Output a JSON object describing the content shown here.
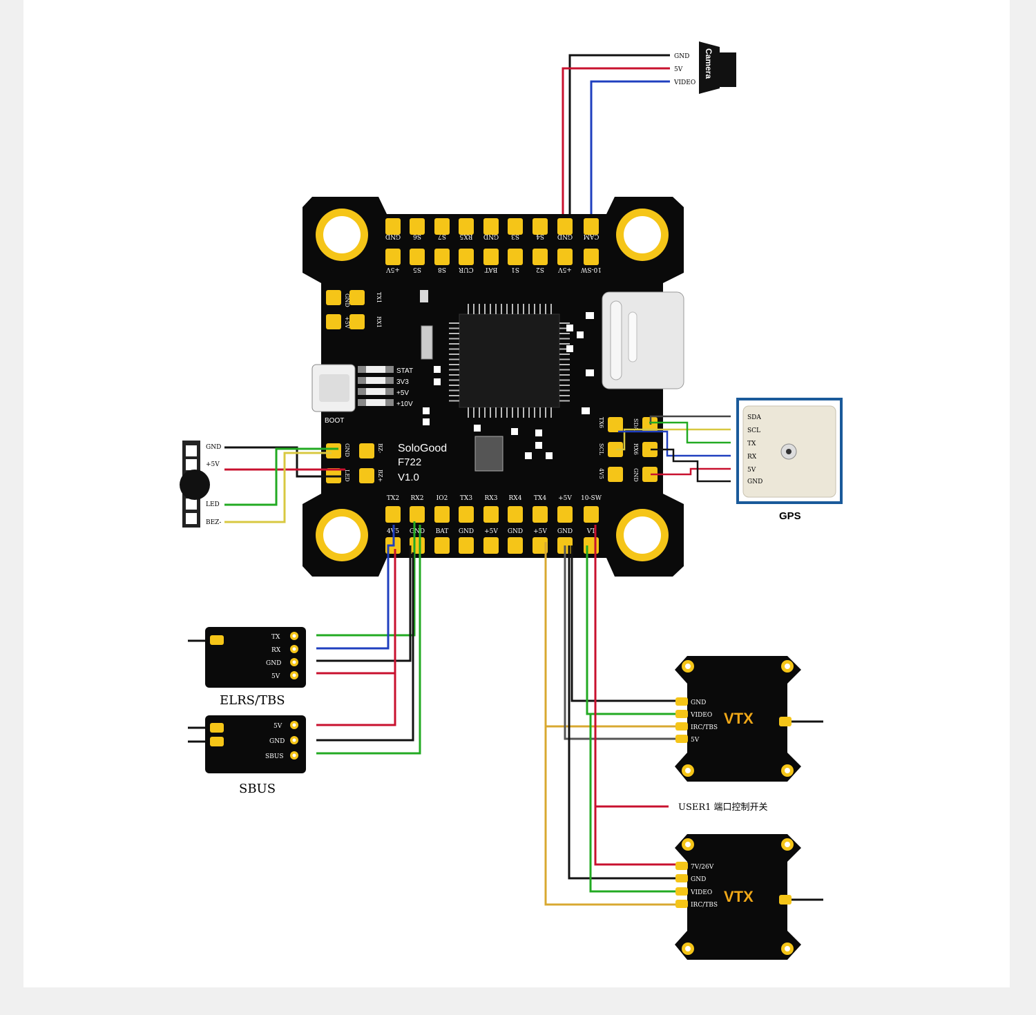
{
  "colors": {
    "page_background": "#f0f0f0",
    "canvas": "#ffffff",
    "board": "#0a0a0a",
    "pad": "#f5c518",
    "wire_red": "#c8102e",
    "wire_green": "#22aa22",
    "wire_blue": "#1f3fbf",
    "wire_yellow": "#d8c840",
    "wire_gold": "#d8a830",
    "wire_black": "#111111",
    "vtx_label": "#f0a818",
    "gps_border": "#1a5a9a"
  },
  "camera": {
    "label": "Camera",
    "pins": [
      "GND",
      "5V",
      "VIDEO"
    ]
  },
  "board": {
    "brand": "SoloGood",
    "model": "F722",
    "version": "V1.0",
    "top_row_labels": [
      "GND",
      "S6",
      "S7",
      "RX5",
      "GND",
      "S3",
      "S4",
      "GND",
      "CAM"
    ],
    "second_row_labels": [
      "+5V",
      "S5",
      "S8",
      "CUR",
      "BAT",
      "S1",
      "S2",
      "+5V",
      "10-SW"
    ],
    "uart1_labels": [
      "GND",
      "TX1",
      "+5V",
      "RX1"
    ],
    "leds": [
      "STAT",
      "3V3",
      "+5V",
      "+10V"
    ],
    "boot_label": "BOOT",
    "led_pad_labels": [
      "GND",
      "LED",
      "BZ-",
      "BZ+"
    ],
    "i2c_pad_labels": [
      "TX6",
      "SDA",
      "SCL",
      "RX6",
      "GND",
      "4V5"
    ],
    "bottom_top_labels": [
      "TX2",
      "RX2",
      "IO2",
      "TX3",
      "RX3",
      "RX4",
      "TX4",
      "+5V",
      "10-SW"
    ],
    "bottom_row_labels": [
      "4V5",
      "GND",
      "BAT",
      "GND",
      "+5V",
      "GND",
      "+5V",
      "GND",
      "VT"
    ]
  },
  "led_module": {
    "pins": [
      "GND",
      "+5V",
      "LED",
      "BEZ-"
    ]
  },
  "gps": {
    "label": "GPS",
    "pins": [
      "SDA",
      "SCL",
      "TX",
      "RX",
      "5V",
      "GND"
    ]
  },
  "elrs": {
    "label": "ELRS/TBS",
    "pins": [
      "TX",
      "RX",
      "GND",
      "5V"
    ]
  },
  "sbus": {
    "label": "SBUS",
    "pins": [
      "5V",
      "GND",
      "SBUS"
    ]
  },
  "vtx1": {
    "label": "VTX",
    "pins": [
      "GND",
      "VIDEO",
      "IRC/TBS",
      "5V"
    ]
  },
  "vtx2": {
    "label": "VTX",
    "pins": [
      "7V/26V",
      "GND",
      "VIDEO",
      "IRC/TBS"
    ]
  },
  "user1_note": "USER1 端口控制开关"
}
